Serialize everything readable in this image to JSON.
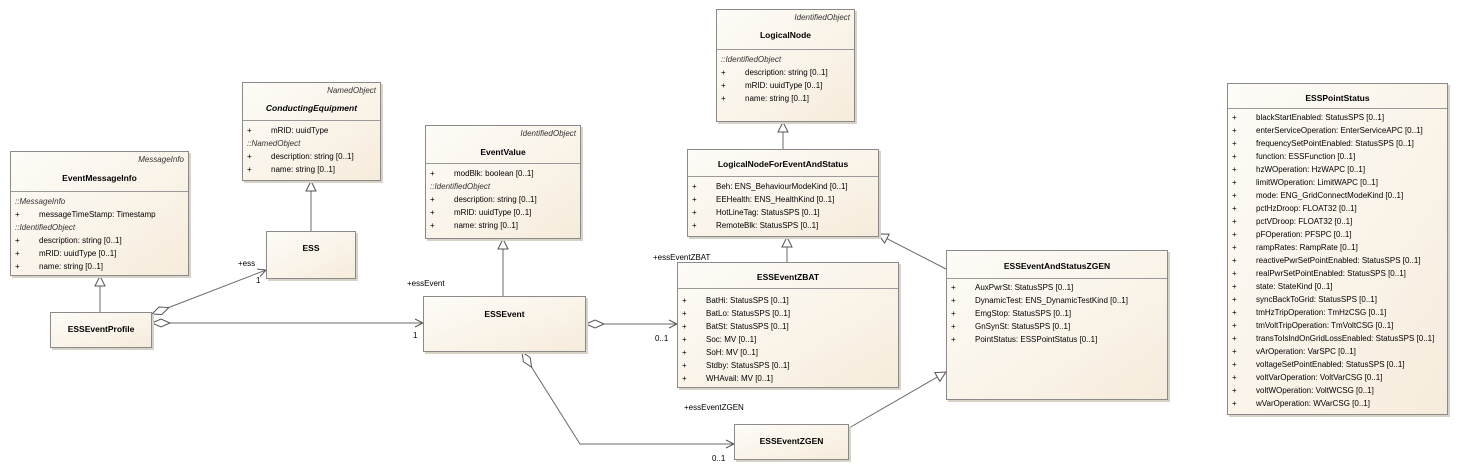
{
  "classes": {
    "event_message_info": {
      "stereotype": "MessageInfo",
      "name": "EventMessageInfo",
      "sections": [
        {
          "header": "::MessageInfo",
          "attrs": [
            {
              "vis": "+",
              "text": "messageTimeStamp: Timestamp"
            }
          ]
        },
        {
          "header": "::IdentifiedObject",
          "attrs": [
            {
              "vis": "+",
              "text": "description: string [0..1]"
            },
            {
              "vis": "+",
              "text": "mRID: uuidType [0..1]"
            },
            {
              "vis": "+",
              "text": "name: string [0..1]"
            }
          ]
        }
      ]
    },
    "conducting_equipment": {
      "stereotype": "NamedObject",
      "name": "ConductingEquipment",
      "sections": [
        {
          "header": "",
          "attrs": [
            {
              "vis": "+",
              "text": "mRID: uuidType"
            }
          ]
        },
        {
          "header": "::NamedObject",
          "attrs": [
            {
              "vis": "+",
              "text": "description: string [0..1]"
            },
            {
              "vis": "+",
              "text": "name: string [0..1]"
            }
          ]
        }
      ]
    },
    "ess": {
      "name": "ESS"
    },
    "ess_event_profile": {
      "name": "ESSEventProfile"
    },
    "event_value": {
      "stereotype": "IdentifiedObject",
      "name": "EventValue",
      "sections": [
        {
          "header": "",
          "attrs": [
            {
              "vis": "+",
              "text": "modBlk: boolean [0..1]"
            }
          ]
        },
        {
          "header": "::IdentifiedObject",
          "attrs": [
            {
              "vis": "+",
              "text": "description: string [0..1]"
            },
            {
              "vis": "+",
              "text": "mRID: uuidType [0..1]"
            },
            {
              "vis": "+",
              "text": "name: string [0..1]"
            }
          ]
        }
      ]
    },
    "ess_event": {
      "name": "ESSEvent"
    },
    "logical_node": {
      "stereotype": "IdentifiedObject",
      "name": "LogicalNode",
      "sections": [
        {
          "header": "::IdentifiedObject",
          "attrs": [
            {
              "vis": "+",
              "text": "description: string [0..1]"
            },
            {
              "vis": "+",
              "text": "mRID: uuidType [0..1]"
            },
            {
              "vis": "+",
              "text": "name: string [0..1]"
            }
          ]
        }
      ]
    },
    "logical_node_for_event_and_status": {
      "name": "LogicalNodeForEventAndStatus",
      "sections": [
        {
          "header": "",
          "attrs": [
            {
              "vis": "+",
              "text": "Beh: ENS_BehaviourModeKind [0..1]"
            },
            {
              "vis": "+",
              "text": "EEHealth: ENS_HealthKind [0..1]"
            },
            {
              "vis": "+",
              "text": "HotLineTag: StatusSPS [0..1]"
            },
            {
              "vis": "+",
              "text": "RemoteBlk: StatusSPS [0..1]"
            }
          ]
        }
      ]
    },
    "ess_event_zbat": {
      "name": "ESSEventZBAT",
      "sections": [
        {
          "header": "",
          "attrs": [
            {
              "vis": "+",
              "text": "BatHi: StatusSPS [0..1]"
            },
            {
              "vis": "+",
              "text": "BatLo: StatusSPS [0..1]"
            },
            {
              "vis": "+",
              "text": "BatSt: StatusSPS [0..1]"
            },
            {
              "vis": "+",
              "text": "Soc: MV [0..1]"
            },
            {
              "vis": "+",
              "text": "SoH: MV [0..1]"
            },
            {
              "vis": "+",
              "text": "Stdby: StatusSPS [0..1]"
            },
            {
              "vis": "+",
              "text": "WHAvail: MV [0..1]"
            }
          ]
        }
      ]
    },
    "ess_event_and_status_zgen": {
      "name": "ESSEventAndStatusZGEN",
      "sections": [
        {
          "header": "",
          "attrs": [
            {
              "vis": "+",
              "text": "AuxPwrSt: StatusSPS [0..1]"
            },
            {
              "vis": "+",
              "text": "DynamicTest: ENS_DynamicTestKind [0..1]"
            },
            {
              "vis": "+",
              "text": "EmgStop: StatusSPS [0..1]"
            },
            {
              "vis": "+",
              "text": "GnSynSt: StatusSPS [0..1]"
            },
            {
              "vis": "+",
              "text": "PointStatus: ESSPointStatus [0..1]"
            }
          ]
        }
      ]
    },
    "ess_event_zgen": {
      "name": "ESSEventZGEN"
    },
    "ess_point_status": {
      "name": "ESSPointStatus",
      "sections": [
        {
          "header": "",
          "attrs": [
            {
              "vis": "+",
              "text": "blackStartEnabled: StatusSPS [0..1]"
            },
            {
              "vis": "+",
              "text": "enterServiceOperation: EnterServiceAPC [0..1]"
            },
            {
              "vis": "+",
              "text": "frequencySetPointEnabled: StatusSPS [0..1]"
            },
            {
              "vis": "+",
              "text": "function: ESSFunction [0..1]"
            },
            {
              "vis": "+",
              "text": "hzWOperation: HzWAPC [0..1]"
            },
            {
              "vis": "+",
              "text": "limitWOperation: LimitWAPC [0..1]"
            },
            {
              "vis": "+",
              "text": "mode: ENG_GridConnectModeKind [0..1]"
            },
            {
              "vis": "+",
              "text": "pctHzDroop: FLOAT32 [0..1]"
            },
            {
              "vis": "+",
              "text": "pctVDroop: FLOAT32 [0..1]"
            },
            {
              "vis": "+",
              "text": "pFOperation: PFSPC [0..1]"
            },
            {
              "vis": "+",
              "text": "rampRates: RampRate [0..1]"
            },
            {
              "vis": "+",
              "text": "reactivePwrSetPointEnabled: StatusSPS [0..1]"
            },
            {
              "vis": "+",
              "text": "realPwrSetPointEnabled: StatusSPS [0..1]"
            },
            {
              "vis": "+",
              "text": "state: StateKind [0..1]"
            },
            {
              "vis": "+",
              "text": "syncBackToGrid: StatusSPS [0..1]"
            },
            {
              "vis": "+",
              "text": "tmHzTripOperation: TmHzCSG [0..1]"
            },
            {
              "vis": "+",
              "text": "tmVoltTripOperation: TmVoltCSG [0..1]"
            },
            {
              "vis": "+",
              "text": "transToIslndOnGridLossEnabled: StatusSPS [0..1]"
            },
            {
              "vis": "+",
              "text": "vArOperation: VarSPC [0..1]"
            },
            {
              "vis": "+",
              "text": "voltageSetPointEnabled: StatusSPS [0..1]"
            },
            {
              "vis": "+",
              "text": "voltVarOperation: VoltVarCSG [0..1]"
            },
            {
              "vis": "+",
              "text": "voltWOperation: VoltWCSG [0..1]"
            },
            {
              "vis": "+",
              "text": "wVarOperation: WVarCSG [0..1]"
            }
          ]
        }
      ]
    }
  },
  "labels": {
    "ess_role": "+ess",
    "ess_mult": "1",
    "ess_event_role": "+essEvent",
    "ess_event_mult": "1",
    "zbat_role": "+essEventZBAT",
    "zbat_mult": "0..1",
    "zgen_role": "+essEventZGEN",
    "zgen_mult": "0..1"
  }
}
